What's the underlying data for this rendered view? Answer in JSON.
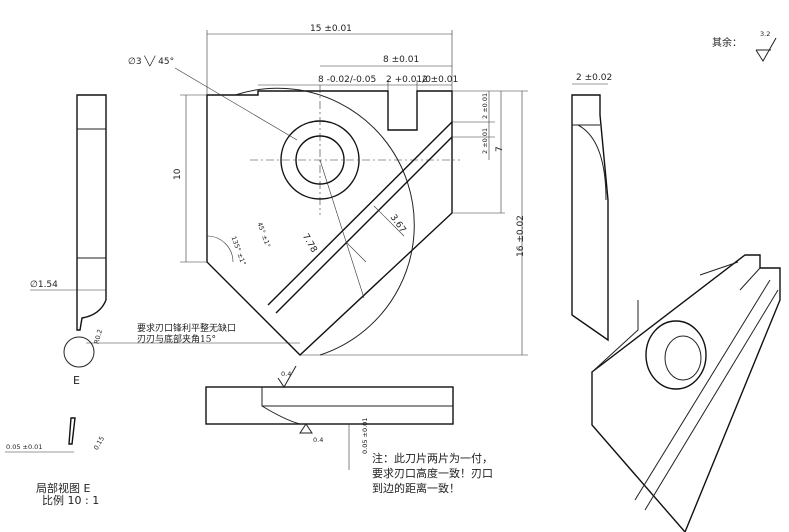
{
  "general_roughness": {
    "label": "其余：",
    "value": "3.2"
  },
  "main_view": {
    "top_width": "15 ±0.01",
    "right_segment": "8 ±0.01",
    "slot_left_dim": "8 -0.02/-0.05",
    "slot_width": "2 +0.01/0",
    "right_tab": "2 ±0.01",
    "hole": "∅3 ╲╱ 45°",
    "height_left": "10",
    "right_dim_top": "2 ±0.01",
    "right_dim_mid": "2 ±0.01",
    "right_dim_seven": "7",
    "right_total": "16 ±0.02",
    "angle_45": "45° ±1°",
    "angle_135": "135° ±1°",
    "dist_778": "7.78",
    "dist_367": "3.67"
  },
  "side_view": {
    "small_hole": "∅1.54",
    "detail_label": "E",
    "edge_r": "R0.2"
  },
  "edge_note": [
    "要求刃口锋利平整无缺口",
    "刃刃与底部夹角15°"
  ],
  "right_view": {
    "thickness": "2 ±0.02"
  },
  "bottom_view": {
    "roughness_top": "0.4",
    "roughness_bottom": "0.4",
    "thickness": "0.05 ±0.01"
  },
  "detail_view": {
    "thickness": "0.05 ±0.01",
    "tip": "0.15",
    "title": "局部视图 E",
    "scale": "比例 10 : 1"
  },
  "main_note": [
    "注：此刀片两片为一付，",
    "要求刃口高度一致！刃口",
    "到边的距离一致！"
  ]
}
